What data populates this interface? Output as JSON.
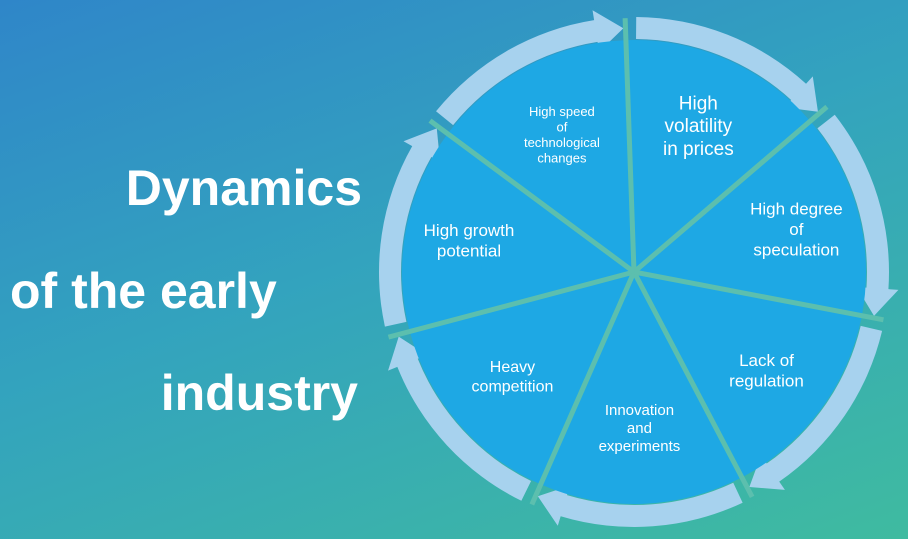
{
  "title_lines": [
    "Dynamics",
    "of the early",
    "industry"
  ],
  "segments": [
    {
      "lines": [
        "High",
        "volatility",
        "in prices"
      ],
      "size": 19
    },
    {
      "lines": [
        "High degree",
        "of",
        "speculation"
      ],
      "size": 17
    },
    {
      "lines": [
        "Lack of",
        "regulation"
      ],
      "size": 17
    },
    {
      "lines": [
        "Innovation",
        "and",
        "experiments"
      ],
      "size": 15
    },
    {
      "lines": [
        "Heavy",
        "competition"
      ],
      "size": 16
    },
    {
      "lines": [
        "High growth",
        "potential"
      ],
      "size": 17
    },
    {
      "lines": [
        "High speed",
        "of",
        "technological",
        "changes"
      ],
      "size": 13
    }
  ],
  "colors": {
    "segment_fill": "#1ea8e4",
    "divider": "#5cbfae",
    "ring_arrow": "#a7d2ee",
    "text": "#ffffff"
  }
}
